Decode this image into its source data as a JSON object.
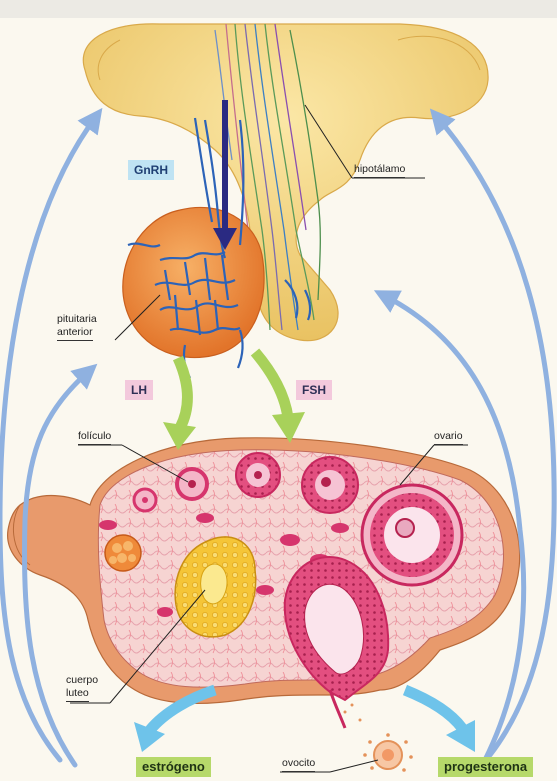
{
  "hormones": {
    "gnrh": "GnRH",
    "lh": "LH",
    "fsh": "FSH",
    "estrogen": "estrógeno",
    "progesterone": "progesterona"
  },
  "structures": {
    "hypothalamus": "hipotálamo",
    "anterior_pituitary_line1": "pituitaria",
    "anterior_pituitary_line2": "anterior",
    "follicle": "folículo",
    "ovary": "ovario",
    "corpus_luteum_line1": "cuerpo",
    "corpus_luteum_line2": "luteo",
    "oocyte": "ovocito"
  },
  "colors": {
    "feedback_arrow": "#8fb1e0",
    "release_arrow": "#6ec3ea",
    "stimulus_arrow": "#a8d15a",
    "hypothalamus": "#f3d37a",
    "pituitary": "#ec8a3c",
    "ovary_tissue": "#f4c9c6",
    "follicle": "#d6356d",
    "corpus_luteum": "#f2c128"
  }
}
